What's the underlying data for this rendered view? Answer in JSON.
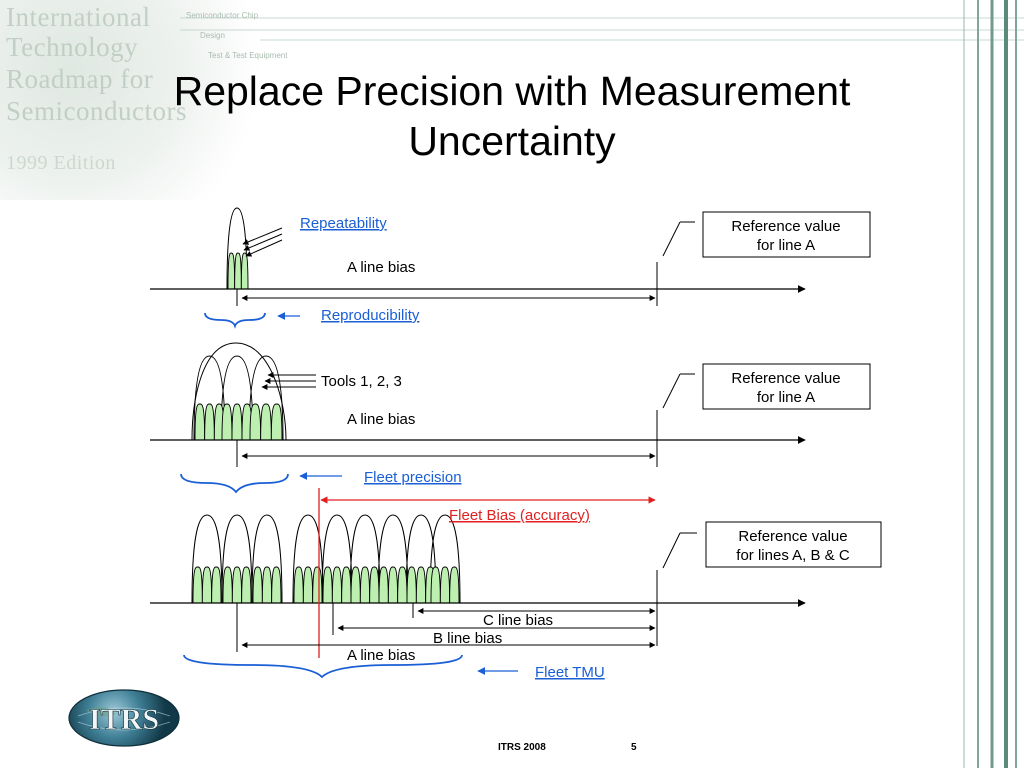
{
  "slide": {
    "title": "Replace Precision with Measurement Uncertainty",
    "watermark_lines": [
      "International",
      "Technology",
      "Roadmap for",
      "Semiconductors",
      "1999 Edition"
    ],
    "watermark_menu": [
      "Semiconductor Chip",
      "Design",
      "Test & Test Equipment"
    ]
  },
  "diagram": {
    "panel1": {
      "repeatability": "Repeatability",
      "reproducibility": "Reproducibility",
      "line_bias": "A line bias",
      "reference": [
        "Reference value",
        "for line A"
      ]
    },
    "panel2": {
      "tools": "Tools 1, 2, 3",
      "line_bias": "A line bias",
      "fleet_precision": "Fleet precision",
      "reference": [
        "Reference value",
        "for line A"
      ]
    },
    "panel3": {
      "fleet_bias": "Fleet Bias (accuracy)",
      "c_line_bias": "C line bias",
      "b_line_bias": "B line bias",
      "a_line_bias": "A line bias",
      "fleet_tmu": "Fleet TMU",
      "reference": [
        "Reference value",
        "for lines A, B & C"
      ]
    }
  },
  "colors": {
    "link_blue": "#1a5fd6",
    "bias_red": "#e02020",
    "peak_fill": "#bdf0b0",
    "frame_teal": "#6f9a8c"
  },
  "logo": {
    "text": "ITRS"
  },
  "footer": {
    "label": "ITRS  2008",
    "page": "5"
  }
}
